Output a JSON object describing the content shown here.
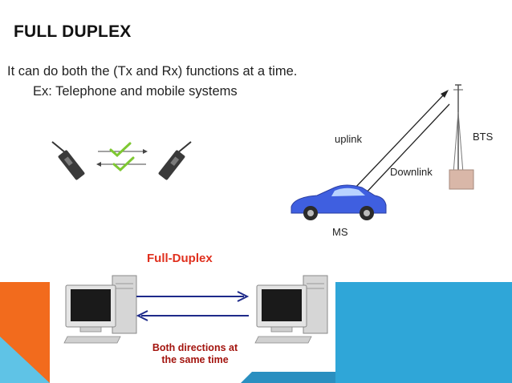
{
  "slide": {
    "title": "FULL DUPLEX",
    "line1": "It can do both the (Tx and Rx) functions at a time.",
    "line2": "Ex: Telephone and mobile systems"
  },
  "cellular": {
    "uplink_label": "uplink",
    "downlink_label": "Downlink",
    "bts_label": "BTS",
    "ms_label": "MS"
  },
  "duplex_figure": {
    "title": "Full-Duplex",
    "caption_line1": "Both directions at",
    "caption_line2": "the same time"
  },
  "colors": {
    "orange_accent": "#f26b1d",
    "blue_accent": "#2a97c7",
    "check_green": "#7ec832",
    "car_blue": "#3f5fe0",
    "arrow_navy": "#1e2a8a",
    "fd_title_red": "#e0301e",
    "fd_caption_red": "#a3140e"
  }
}
